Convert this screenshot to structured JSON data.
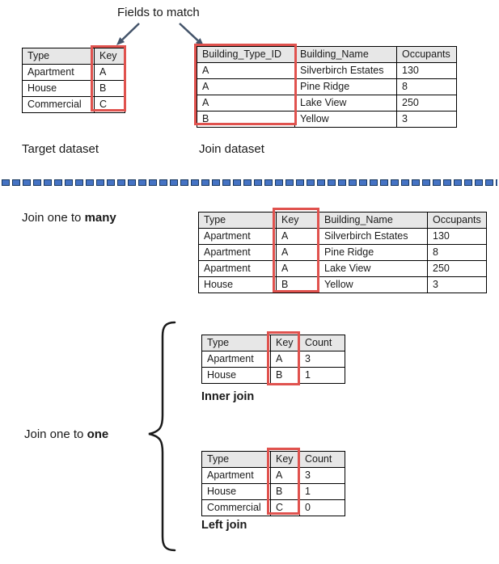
{
  "title": "Fields to match",
  "colors": {
    "highlight_red": "#e0524e",
    "table_header_gray": "#e7e7e7",
    "divider_blue": "#4573c4",
    "divider_navy": "#17375e",
    "arrow_navy": "#44546a"
  },
  "tables": {
    "target": {
      "caption": "Target dataset",
      "headers": [
        "Type",
        "Key"
      ],
      "rows": [
        [
          "Apartment",
          "A"
        ],
        [
          "House",
          "B"
        ],
        [
          "Commercial",
          "C"
        ]
      ]
    },
    "join": {
      "caption": "Join dataset",
      "headers": [
        "Building_Type_ID",
        "Building_Name",
        "Occupants"
      ],
      "rows": [
        [
          "A",
          "Silverbirch Estates",
          "130"
        ],
        [
          "A",
          "Pine Ridge",
          "8"
        ],
        [
          "A",
          "Lake View",
          "250"
        ],
        [
          "B",
          "Yellow",
          "3"
        ]
      ]
    },
    "one_to_many": {
      "headers": [
        "Type",
        "Key",
        "Building_Name",
        "Occupants"
      ],
      "rows": [
        [
          "Apartment",
          "A",
          "Silverbirch Estates",
          "130"
        ],
        [
          "Apartment",
          "A",
          "Pine Ridge",
          "8"
        ],
        [
          "Apartment",
          "A",
          "Lake View",
          "250"
        ],
        [
          "House",
          "B",
          "Yellow",
          "3"
        ]
      ]
    },
    "inner": {
      "caption": "Inner join",
      "headers": [
        "Type",
        "Key",
        "Count"
      ],
      "rows": [
        [
          "Apartment",
          "A",
          "3"
        ],
        [
          "House",
          "B",
          "1"
        ]
      ]
    },
    "left": {
      "caption": "Left join",
      "headers": [
        "Type",
        "Key",
        "Count"
      ],
      "rows": [
        [
          "Apartment",
          "A",
          "3"
        ],
        [
          "House",
          "B",
          "1"
        ],
        [
          "Commercial",
          "C",
          "0"
        ]
      ]
    }
  },
  "sections": {
    "one_to_many": {
      "prefix": "Join one to ",
      "bold": "many"
    },
    "one_to_one": {
      "prefix": "Join one to ",
      "bold": "one"
    }
  }
}
